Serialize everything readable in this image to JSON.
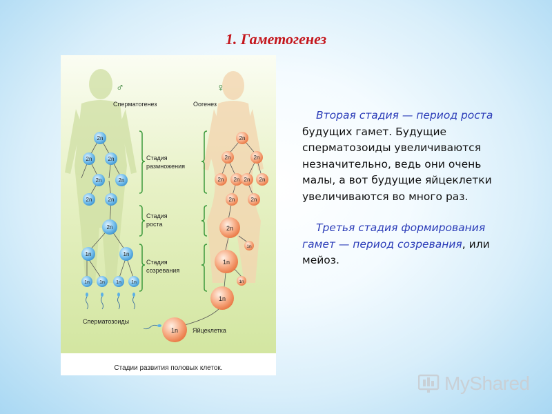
{
  "title": "1. Гаметогенез",
  "figure": {
    "male_symbol": "♂",
    "female_symbol": "♀",
    "left_heading": "Сперматогенез",
    "right_heading": "Оогенез",
    "stage_1": [
      "Стадия",
      "размножения"
    ],
    "stage_2": [
      "Стадия",
      "роста"
    ],
    "stage_3": [
      "Стадия",
      "созревания"
    ],
    "sperm_label": "Сперматозоиды",
    "egg_label": "Яйцеклетка",
    "caption": "Стадии развития половых клеток.",
    "label_2n": "2n",
    "label_1n": "1n"
  },
  "text": {
    "p1_highlight": "Вторая стадия — период роста",
    "p1_rest": " будущих гамет. Будущие сперматозоиды увеличиваются незначительно, ведь они очень малы, а вот будущие яйцеклетки увеличиваются во много раз.",
    "p2_highlight": "Третья стадия формирования гамет — период созревания",
    "p2_rest": ", или мейоз."
  },
  "logo": {
    "text": "MyShared"
  },
  "colors": {
    "title": "#c4161c",
    "highlight": "#2a3bb8",
    "sperm_cell": "#5bb0e6",
    "egg_cell": "#f4a37a",
    "bracket": "#3c9a3c"
  }
}
